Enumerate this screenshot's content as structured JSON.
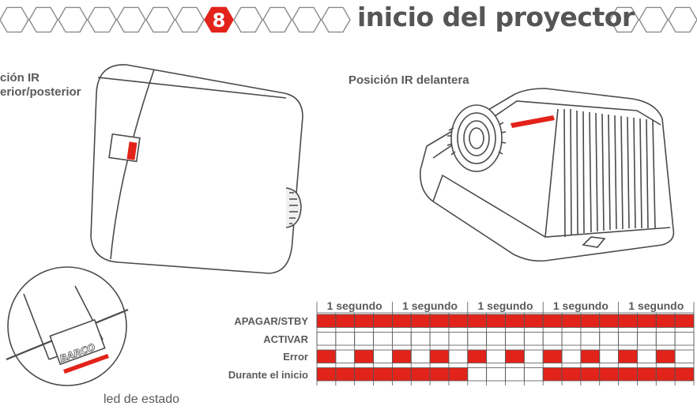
{
  "header": {
    "step_number": "8",
    "title": "inicio del proyector"
  },
  "labels": {
    "ir_top_left_line1": "ción IR",
    "ir_top_left_line2": "erior/posterior",
    "ir_front": "Posición IR delantera",
    "status_led": "led de estado",
    "brand": "BARCO"
  },
  "timing": {
    "segment_label": "1 segundo",
    "segment_count": 5,
    "cells_per_row": 20,
    "rows": [
      {
        "label": "APAGAR/STBY",
        "pattern": "11111111111111111111"
      },
      {
        "label": "ACTIVAR",
        "pattern": "00000000000000000000"
      },
      {
        "label": "Error",
        "pattern": "10101010101010101010"
      },
      {
        "label": "Durante el inicio",
        "pattern": "11111111000011111111"
      }
    ],
    "on_color": "#e2231a"
  },
  "colors": {
    "accent": "#e2231a",
    "line": "#4a4a4a",
    "text": "#555555"
  }
}
